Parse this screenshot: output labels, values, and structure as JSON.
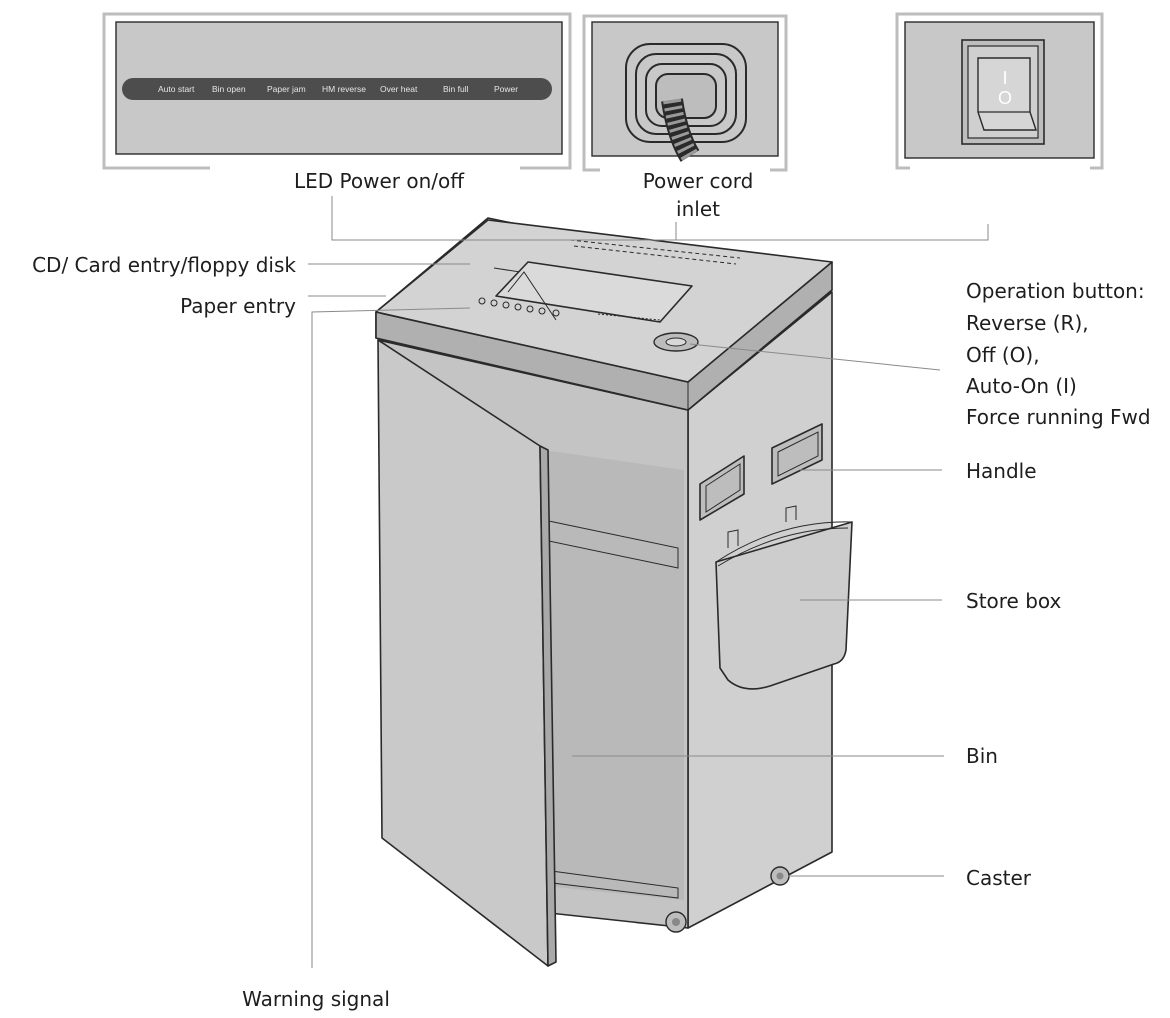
{
  "led_panel": {
    "indicators": [
      "Auto start",
      "Bin open",
      "Paper jam",
      "HM reverse",
      "Over heat",
      "Bin full",
      "Power"
    ]
  },
  "switch_symbols": {
    "on": "I",
    "off": "O"
  },
  "labels": {
    "led_power": "LED Power on/off",
    "power_cord_line1": "Power cord",
    "power_cord_line2": "inlet",
    "cd_card_entry": "CD/ Card entry/floppy disk",
    "paper_entry": "Paper entry",
    "warning_signal": "Warning signal",
    "operation_button": [
      "Operation button:",
      "Reverse (R),",
      "Off (O),",
      "Auto-On (I)",
      "Force running Fwd"
    ],
    "handle": "Handle",
    "store_box": "Store box",
    "bin": "Bin",
    "caster": "Caster"
  },
  "colors": {
    "panel_gray": "#c8c8c8",
    "body_light": "#d2d2d2",
    "body_mid": "#c3c3c3",
    "body_dark": "#b4b4b4",
    "led_strip": "#4d4d4d",
    "text": "#1e1e1e"
  }
}
